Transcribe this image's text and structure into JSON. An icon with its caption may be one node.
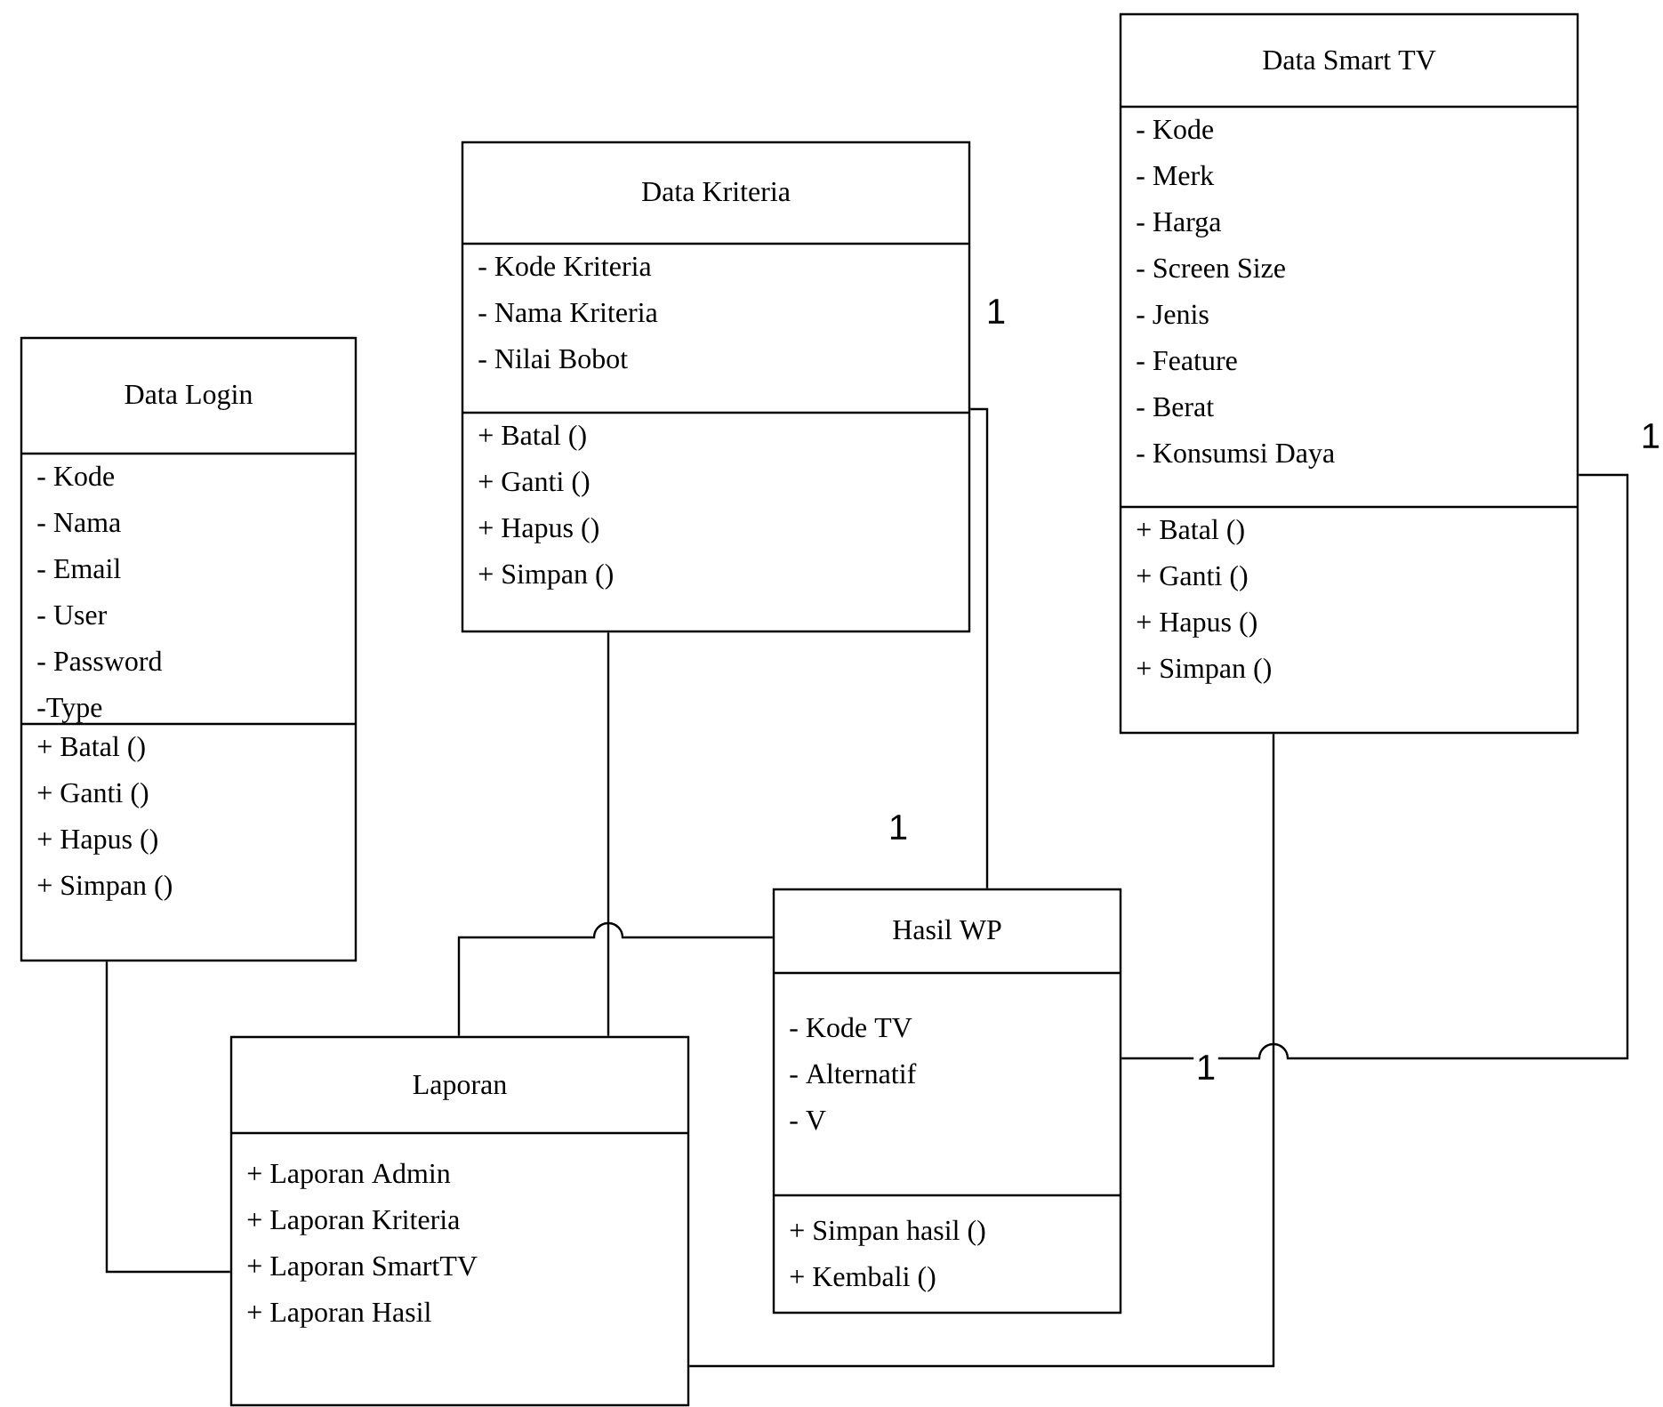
{
  "diagram": {
    "nodes": [
      {
        "text": [
          "Data Login",
          "- Kode",
          "- Nama",
          "- Email",
          "- User",
          "- Password",
          "-Type",
          "+ Batal ()",
          "+ Ganti ()",
          "+ Hapus ()",
          "+ Simpan ()"
        ]
      },
      {
        "text": [
          "Data Kriteria",
          "- Kode Kriteria",
          "- Nama Kriteria",
          "- Nilai Bobot",
          "+ Batal ()",
          "+ Ganti ()",
          "+ Hapus ()",
          "+ Simpan ()"
        ]
      },
      {
        "text": [
          "Data Smart TV",
          "- Kode",
          "- Merk",
          "- Harga",
          "- Screen Size",
          "- Jenis",
          "- Feature",
          "- Berat",
          "- Konsumsi Daya",
          "+ Batal ()",
          "+ Ganti ()",
          "+ Hapus ()",
          "+ Simpan ()"
        ]
      },
      {
        "text": [
          "Hasil WP",
          "- Kode TV",
          "- Alternatif",
          "- V",
          "+ Simpan hasil ()",
          "+ Kembali ()"
        ]
      },
      {
        "text": [
          "Laporan",
          "+ Laporan Admin",
          "+ Laporan Kriteria",
          "+ Laporan SmartTV",
          "+ Laporan Hasil"
        ]
      }
    ],
    "edges": [
      {
        "from": 0,
        "to": 4,
        "arrow": "none"
      },
      {
        "from": 1,
        "to": 4,
        "arrow": "none"
      },
      {
        "from": 1,
        "to": 3,
        "arrow": "none",
        "label": "1"
      },
      {
        "from": 2,
        "to": 3,
        "arrow": "none",
        "label": "1"
      },
      {
        "from": 3,
        "to": 4,
        "arrow": "none"
      },
      {
        "from": 2,
        "to": 4,
        "arrow": "none"
      }
    ],
    "labels": [
      "1",
      "1"
    ]
  }
}
